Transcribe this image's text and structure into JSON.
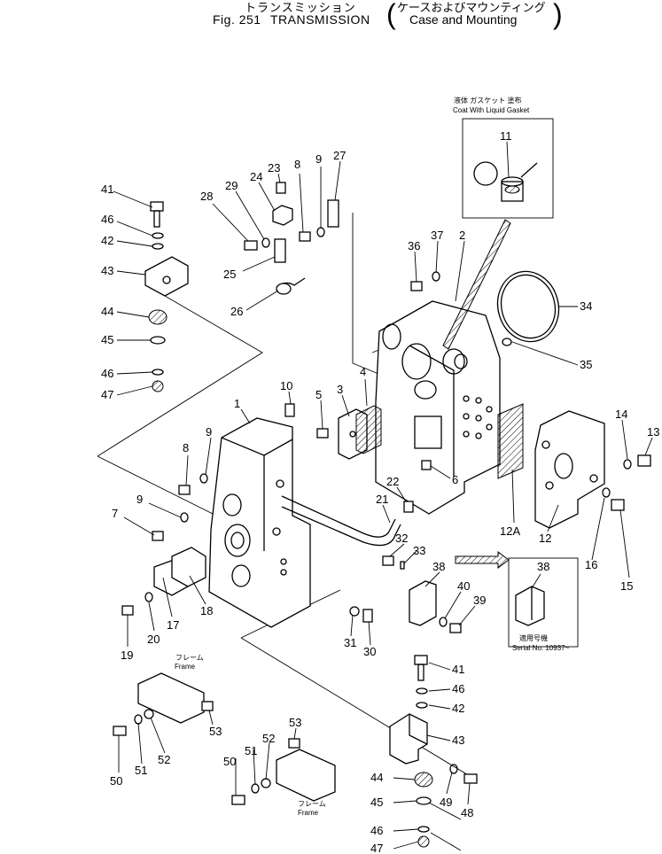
{
  "title": {
    "japanese": "トランスミッション",
    "figure": "Fig. 251",
    "name": "TRANSMISSION",
    "subtitle_japanese": "ケースおよびマウンティング",
    "subtitle": "Case and Mounting"
  },
  "notes": {
    "gasket_jp": "液体 ガスケット 塗布",
    "gasket_en": "Coat With Liquid Gasket",
    "frame_jp_1": "フレーム",
    "frame_en_1": "Frame",
    "frame_jp_2": "フレーム",
    "frame_en_2": "Frame",
    "serial_jp": "適用号機",
    "serial_en": "Serial No. 10937~"
  },
  "callouts": [
    {
      "id": "c1",
      "text": "1"
    },
    {
      "id": "c2",
      "text": "2"
    },
    {
      "id": "c3",
      "text": "3"
    },
    {
      "id": "c4",
      "text": "4"
    },
    {
      "id": "c5",
      "text": "5"
    },
    {
      "id": "c6",
      "text": "6"
    },
    {
      "id": "c7",
      "text": "7"
    },
    {
      "id": "c8a",
      "text": "8"
    },
    {
      "id": "c8b",
      "text": "8"
    },
    {
      "id": "c9a",
      "text": "9"
    },
    {
      "id": "c9b",
      "text": "9"
    },
    {
      "id": "c9c",
      "text": "9"
    },
    {
      "id": "c10",
      "text": "10"
    },
    {
      "id": "c11",
      "text": "11"
    },
    {
      "id": "c12",
      "text": "12"
    },
    {
      "id": "c12a",
      "text": "12A"
    },
    {
      "id": "c13",
      "text": "13"
    },
    {
      "id": "c14",
      "text": "14"
    },
    {
      "id": "c15",
      "text": "15"
    },
    {
      "id": "c16",
      "text": "16"
    },
    {
      "id": "c17",
      "text": "17"
    },
    {
      "id": "c18",
      "text": "18"
    },
    {
      "id": "c19",
      "text": "19"
    },
    {
      "id": "c20",
      "text": "20"
    },
    {
      "id": "c21",
      "text": "21"
    },
    {
      "id": "c22",
      "text": "22"
    },
    {
      "id": "c23",
      "text": "23"
    },
    {
      "id": "c24",
      "text": "24"
    },
    {
      "id": "c25",
      "text": "25"
    },
    {
      "id": "c26",
      "text": "26"
    },
    {
      "id": "c27",
      "text": "27"
    },
    {
      "id": "c28",
      "text": "28"
    },
    {
      "id": "c29",
      "text": "29"
    },
    {
      "id": "c30",
      "text": "30"
    },
    {
      "id": "c31",
      "text": "31"
    },
    {
      "id": "c32",
      "text": "32"
    },
    {
      "id": "c33",
      "text": "33"
    },
    {
      "id": "c34",
      "text": "34"
    },
    {
      "id": "c35",
      "text": "35"
    },
    {
      "id": "c36",
      "text": "36"
    },
    {
      "id": "c37",
      "text": "37"
    },
    {
      "id": "c38a",
      "text": "38"
    },
    {
      "id": "c38b",
      "text": "38"
    },
    {
      "id": "c39",
      "text": "39"
    },
    {
      "id": "c40",
      "text": "40"
    },
    {
      "id": "c41a",
      "text": "41"
    },
    {
      "id": "c41b",
      "text": "41"
    },
    {
      "id": "c42a",
      "text": "42"
    },
    {
      "id": "c42b",
      "text": "42"
    },
    {
      "id": "c43a",
      "text": "43"
    },
    {
      "id": "c43b",
      "text": "43"
    },
    {
      "id": "c44a",
      "text": "44"
    },
    {
      "id": "c44b",
      "text": "44"
    },
    {
      "id": "c45a",
      "text": "45"
    },
    {
      "id": "c45b",
      "text": "45"
    },
    {
      "id": "c46a",
      "text": "46"
    },
    {
      "id": "c46b",
      "text": "46"
    },
    {
      "id": "c46c",
      "text": "46"
    },
    {
      "id": "c47a",
      "text": "47"
    },
    {
      "id": "c47b",
      "text": "47"
    },
    {
      "id": "c48",
      "text": "48"
    },
    {
      "id": "c49",
      "text": "49"
    },
    {
      "id": "c50a",
      "text": "50"
    },
    {
      "id": "c50b",
      "text": "50"
    },
    {
      "id": "c51a",
      "text": "51"
    },
    {
      "id": "c51b",
      "text": "51"
    },
    {
      "id": "c52a",
      "text": "52"
    },
    {
      "id": "c52b",
      "text": "52"
    },
    {
      "id": "c53a",
      "text": "53"
    },
    {
      "id": "c53b",
      "text": "53"
    }
  ]
}
